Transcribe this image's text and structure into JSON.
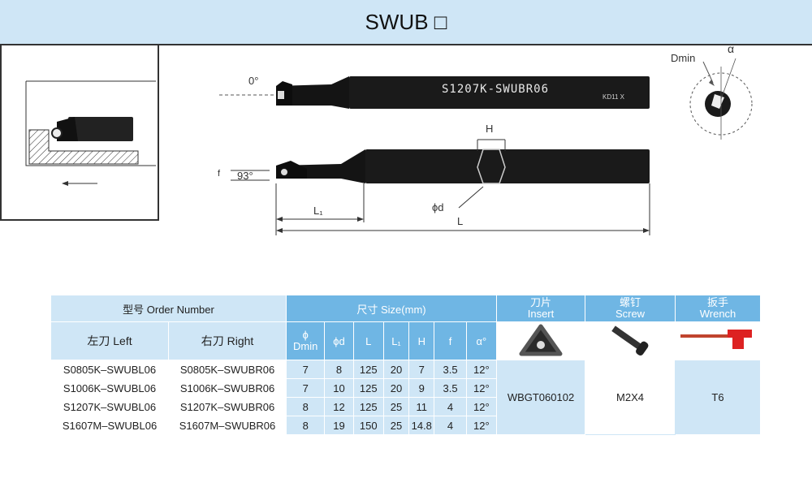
{
  "series": {
    "title": "SWUB □"
  },
  "drawing": {
    "angle_zero": "0°",
    "angle_93": "93°",
    "label_f": "f",
    "label_H": "H",
    "label_phid": "ϕd",
    "label_L1": "L₁",
    "label_L": "L",
    "label_Dmin": "Dmin",
    "label_alpha": "α",
    "engraving_1": "S1207K-SWUBR06",
    "engraving_2": "KD11 X"
  },
  "table": {
    "order_number": "型号 Order Number",
    "left": "左刀 Left",
    "right": "右刀 Right",
    "size": "尺寸 Size(mm)",
    "insert_cn": "刀片",
    "insert_en": "Insert",
    "screw_cn": "螺钉",
    "screw_en": "Screw",
    "wrench_cn": "扳手",
    "wrench_en": "Wrench",
    "col_dmin_sym": "ϕ",
    "col_dmin": "Dmin",
    "col_d": "ϕd",
    "col_L": "L",
    "col_L1": "L₁",
    "col_H": "H",
    "col_f": "f",
    "col_a": "α°",
    "rows": [
      {
        "left": "S0805K–SWUBL06",
        "right": "S0805K–SWUBR06",
        "dmin": "7",
        "d": "8",
        "L": "125",
        "L1": "20",
        "H": "7",
        "f": "3.5",
        "a": "12°"
      },
      {
        "left": "S1006K–SWUBL06",
        "right": "S1006K–SWUBR06",
        "dmin": "7",
        "d": "10",
        "L": "125",
        "L1": "20",
        "H": "9",
        "f": "3.5",
        "a": "12°"
      },
      {
        "left": "S1207K–SWUBL06",
        "right": "S1207K–SWUBR06",
        "dmin": "8",
        "d": "12",
        "L": "125",
        "L1": "25",
        "H": "11",
        "f": "4",
        "a": "12°"
      },
      {
        "left": "S1607M–SWUBL06",
        "right": "S1607M–SWUBR06",
        "dmin": "8",
        "d": "19",
        "L": "150",
        "L1": "25",
        "H": "14.8",
        "f": "4",
        "a": "12°"
      }
    ],
    "insert_value": "WBGT060102",
    "screw_value": "M2X4",
    "wrench_value": "T6"
  }
}
